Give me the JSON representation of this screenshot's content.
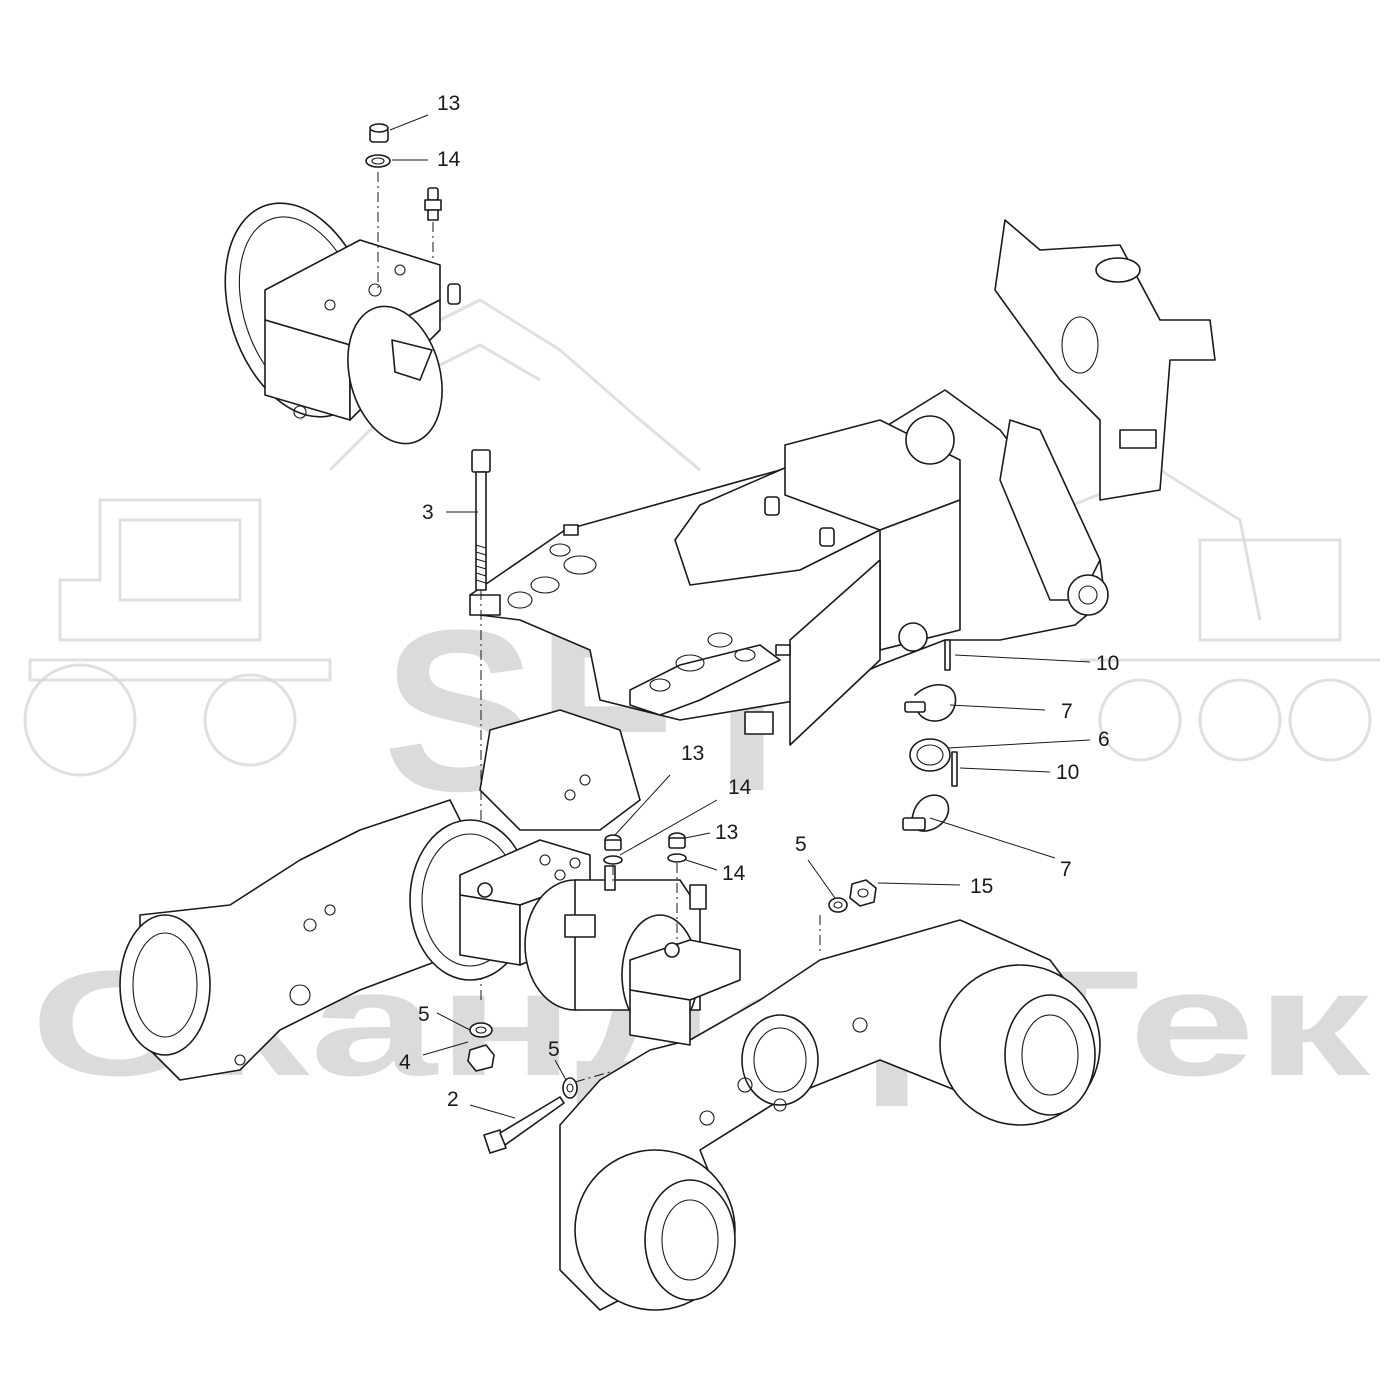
{
  "watermark": {
    "logo_text": "SFT",
    "company_text": "СкандорТек",
    "color": "#d0d0d0"
  },
  "drawing": {
    "line_color": "#1a1a1a",
    "background": "#ffffff"
  },
  "callouts": [
    {
      "id": "c13a",
      "label": "13"
    },
    {
      "id": "c14a",
      "label": "14"
    },
    {
      "id": "c3",
      "label": "3"
    },
    {
      "id": "c10a",
      "label": "10"
    },
    {
      "id": "c7a",
      "label": "7"
    },
    {
      "id": "c6",
      "label": "6"
    },
    {
      "id": "c10b",
      "label": "10"
    },
    {
      "id": "c13b",
      "label": "13"
    },
    {
      "id": "c14b",
      "label": "14"
    },
    {
      "id": "c13c",
      "label": "13"
    },
    {
      "id": "c14c",
      "label": "14"
    },
    {
      "id": "c5a",
      "label": "5"
    },
    {
      "id": "c15",
      "label": "15"
    },
    {
      "id": "c7b",
      "label": "7"
    },
    {
      "id": "c5b",
      "label": "5"
    },
    {
      "id": "c4",
      "label": "4"
    },
    {
      "id": "c5c",
      "label": "5"
    },
    {
      "id": "c2",
      "label": "2"
    }
  ]
}
